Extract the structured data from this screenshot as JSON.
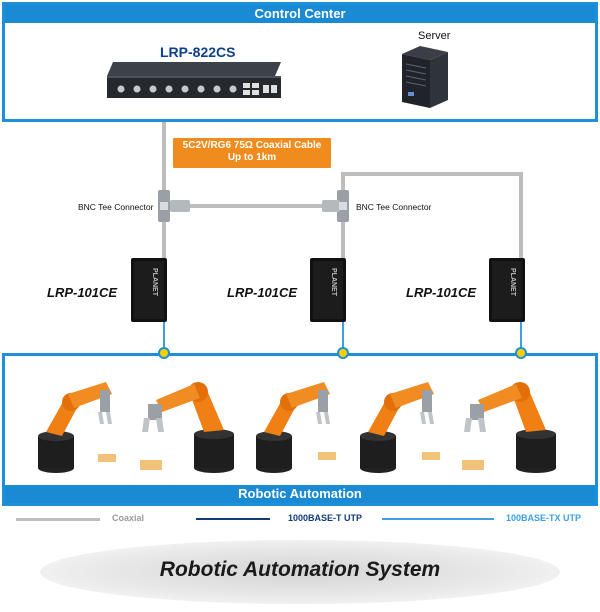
{
  "control_center": {
    "title": "Control Center"
  },
  "switch": {
    "label": "LRP-822CS"
  },
  "server": {
    "label": "Server"
  },
  "cable": {
    "line1": "5C2V/RG6 75Ω Coaxial Cable",
    "line2": "Up to 1km"
  },
  "bnc": [
    {
      "label": "BNC Tee Connector"
    },
    {
      "label": "BNC Tee Connector"
    }
  ],
  "extenders": [
    {
      "label": "LRP-101CE",
      "brand": "PLANET"
    },
    {
      "label": "LRP-101CE",
      "brand": "PLANET"
    },
    {
      "label": "LRP-101CE",
      "brand": "PLANET"
    }
  ],
  "automation": {
    "title": "Robotic Automation"
  },
  "legend": [
    {
      "label": "Coaxial",
      "color": "#bdbdbd"
    },
    {
      "label": "1000BASE-T UTP",
      "color": "#123a7a"
    },
    {
      "label": "100BASE-TX UTP",
      "color": "#3aa0e0"
    }
  ],
  "footer": {
    "title": "Robotic Automation System"
  },
  "colors": {
    "accent": "#1e90d9",
    "cable_box": "#f08c1e",
    "robot": "#f07f14"
  }
}
